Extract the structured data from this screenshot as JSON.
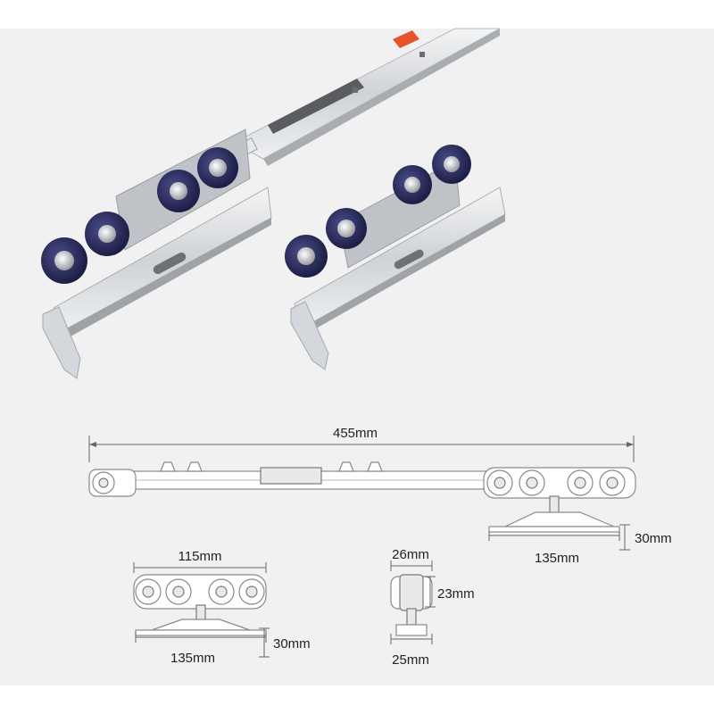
{
  "colors": {
    "background": "#f1f1f2",
    "rail": "#d8dadd",
    "wheel": "#2a2c5c",
    "accent_handle": "#e8542a"
  },
  "dimensions": {
    "total_length": "455mm",
    "side_height": "30mm",
    "side_base": "135mm",
    "front_wheels_span": "115mm",
    "front_base": "135mm",
    "front_height": "30mm",
    "end_width": "26mm",
    "end_height": "23mm",
    "end_base": "25mm"
  }
}
